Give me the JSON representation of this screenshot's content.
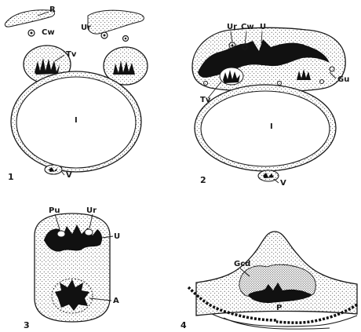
{
  "figures": [
    {
      "number": "1",
      "labels": {
        "R": "R",
        "Cw": "Cw",
        "Ur": "Ur",
        "Tv": "Tv",
        "I": "I",
        "V": "V"
      }
    },
    {
      "number": "2",
      "labels": {
        "Ur": "Ur",
        "Cw": "Cw",
        "U": "U",
        "Gu": "Gu",
        "Tv": "Tv",
        "I": "I",
        "V": "V"
      }
    },
    {
      "number": "3",
      "labels": {
        "Pu": "Pu",
        "Ur": "Ur",
        "U": "U",
        "A": "A"
      }
    },
    {
      "number": "4",
      "labels": {
        "Gcd": "Gcd",
        "P": "P"
      }
    }
  ],
  "colors": {
    "ink": "#1a1a1a",
    "lumen": "#111111",
    "paper": "#ffffff"
  }
}
